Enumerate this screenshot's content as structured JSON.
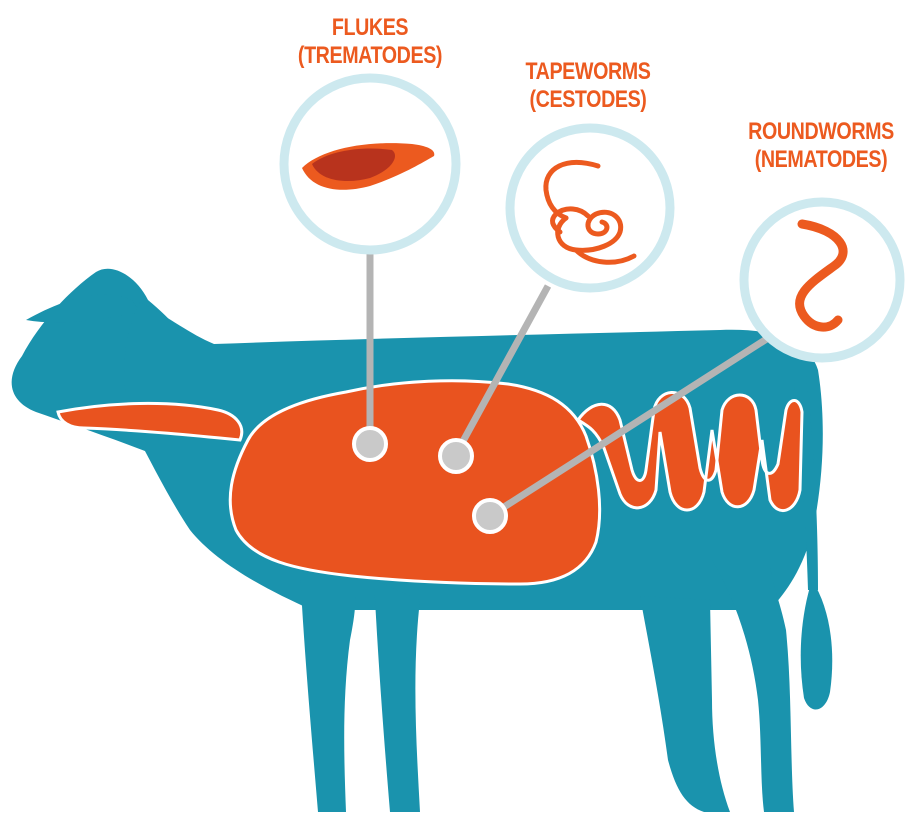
{
  "colors": {
    "cow": "#1a93ad",
    "organs": "#e9531f",
    "organ_outline": "#ffffff",
    "lens_ring": "#cde9ef",
    "connector": "#b4b4b4",
    "pin": "#c9c9c9",
    "label": "#ec5a1f",
    "fluke_dark": "#b8331d"
  },
  "parasites": [
    {
      "line1": "FLUKES",
      "line2": "(TREMATODES)",
      "icon": "fluke-icon"
    },
    {
      "line1": "TAPEWORMS",
      "line2": "(CESTODES)",
      "icon": "tapeworm-icon"
    },
    {
      "line1": "ROUNDWORMS",
      "line2": "(NEMATODES)",
      "icon": "roundworm-icon"
    }
  ]
}
